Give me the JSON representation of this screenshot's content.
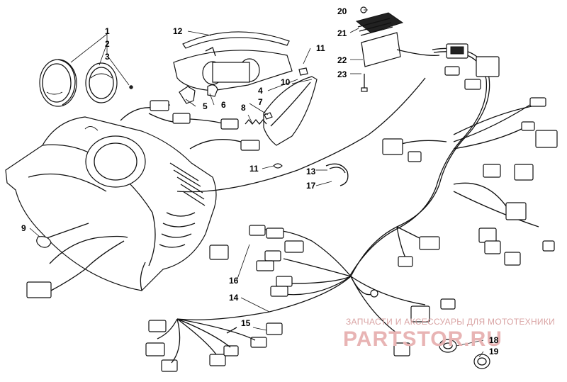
{
  "diagram": {
    "callouts": {
      "c1": "1",
      "c2": "2",
      "c3": "3",
      "c4": "4",
      "c5": "5",
      "c6": "6",
      "c7": "7",
      "c8": "8",
      "c9": "9",
      "c10": "10",
      "c11a": "11",
      "c11b": "11",
      "c12": "12",
      "c13": "13",
      "c14": "14",
      "c15": "15",
      "c16": "16",
      "c17": "17",
      "c18": "18",
      "c19": "19",
      "c20": "20",
      "c21": "21",
      "c22": "22",
      "c23": "23"
    }
  },
  "watermark": {
    "tagline": "ЗАПЧАСТИ И АКСЕССУАРЫ ДЛЯ МОТОТЕХНИКИ",
    "brand": "PARTSTOR.RU"
  },
  "colors": {
    "line": "#111111",
    "watermark": "#e8b4b4",
    "background": "#ffffff"
  }
}
